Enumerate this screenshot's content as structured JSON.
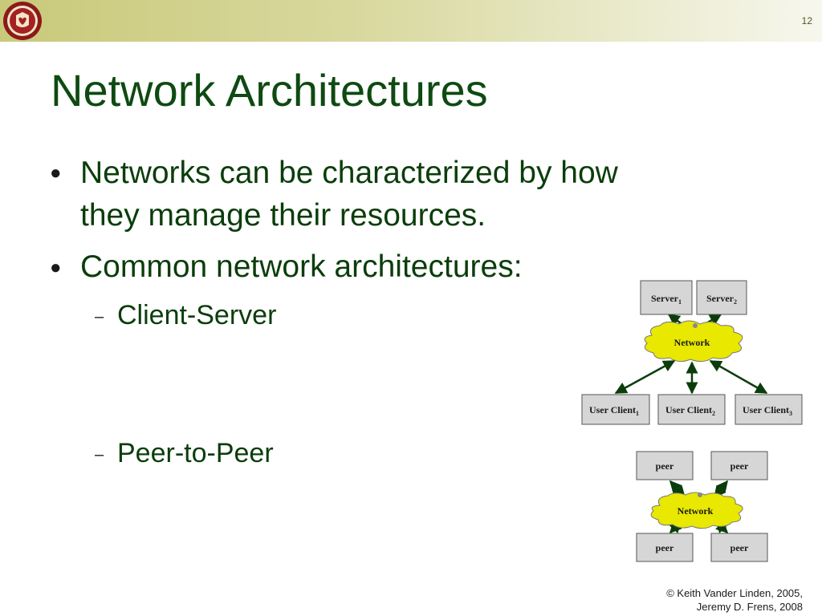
{
  "slide": {
    "number": "12",
    "title": "Network Architectures",
    "bullets": [
      {
        "line1": "Networks can be characterized by how",
        "line2": "they manage their resources."
      },
      {
        "line1": "Common network architectures:"
      }
    ],
    "sub_bullets": [
      "Client-Server",
      "Peer-to-Peer"
    ],
    "footer_line1": "© Keith Vander Linden, 2005,",
    "footer_line2": "Jeremy D. Frens, 2008"
  },
  "client_server": {
    "servers": [
      {
        "name": "Server",
        "sub": "1"
      },
      {
        "name": "Server",
        "sub": "2"
      }
    ],
    "network": "Network",
    "clients": [
      {
        "name": "User Client",
        "sub": "1"
      },
      {
        "name": "User Client",
        "sub": "2"
      },
      {
        "name": "User Client",
        "sub": "3"
      }
    ]
  },
  "peer_to_peer": {
    "network": "Network",
    "peers": [
      "peer",
      "peer",
      "peer",
      "peer"
    ]
  },
  "colors": {
    "title": "#0e4a12",
    "node_fill": "#d6d6d6",
    "cloud_fill": "#e8e800",
    "arrow": "#0b3d0b"
  }
}
